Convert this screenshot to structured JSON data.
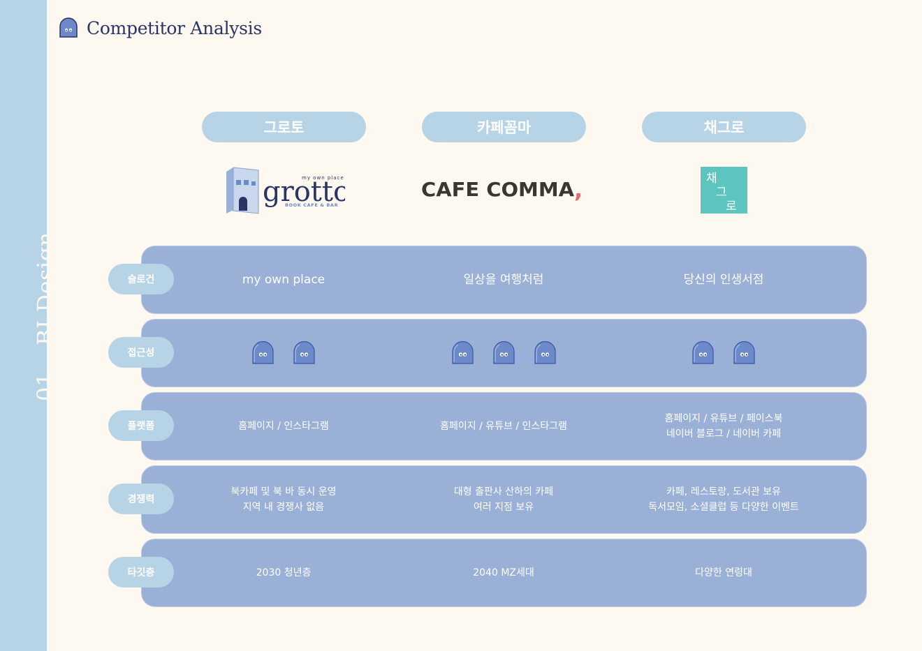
{
  "sidebar": {
    "number": "01",
    "section": "BI Design"
  },
  "header": {
    "title": "Competitor Analysis",
    "icon": "ghost-icon"
  },
  "brands": [
    {
      "name": "그로토"
    },
    {
      "name": "카페꼼마"
    },
    {
      "name": "채그로"
    }
  ],
  "logos": {
    "grotto": {
      "tagline": "my own place",
      "word": "grotto",
      "sub": "BOOK CAFE & BAR"
    },
    "comma": {
      "word": "CAFE COMMA",
      "mark": ","
    },
    "chae": {
      "chars": [
        "채",
        "그",
        "로"
      ]
    }
  },
  "rows": [
    {
      "label": "슬로건",
      "cells": [
        [
          "my own place"
        ],
        [
          "일상을 여행처럼"
        ],
        [
          "당신의 인생서점"
        ]
      ]
    },
    {
      "label": "접근성",
      "ghosts": [
        2,
        3,
        2
      ]
    },
    {
      "label": "플랫폼",
      "cells": [
        [
          "홈페이지 / 인스타그램"
        ],
        [
          "홈페이지 / 유튜브 / 인스타그램"
        ],
        [
          "홈페이지 / 유튜브 / 페이스북",
          "네이버 블로그 / 네이버 카페"
        ]
      ]
    },
    {
      "label": "경쟁력",
      "cells": [
        [
          "북카페 및 북 바 동시 운영",
          "지역 내 경쟁사 없음"
        ],
        [
          "대형 출판사 산하의 카페",
          "여러 지점 보유"
        ],
        [
          "카페, 레스토랑, 도서관 보유",
          "독서모임, 소셜클럽 등 다양한 이벤트"
        ]
      ]
    },
    {
      "label": "타깃층",
      "cells": [
        [
          "2030 청년층"
        ],
        [
          "2040 MZ세대"
        ],
        [
          "다양한 연령대"
        ]
      ]
    }
  ],
  "colors": {
    "background": "#fdf8f0",
    "sidebar": "#b7d3e6",
    "band": "#9bb0d6",
    "ghost": "#6c89c9",
    "title": "#2a3466",
    "chae_logo": "#5cc5c0",
    "comma_accent": "#e0706c"
  }
}
